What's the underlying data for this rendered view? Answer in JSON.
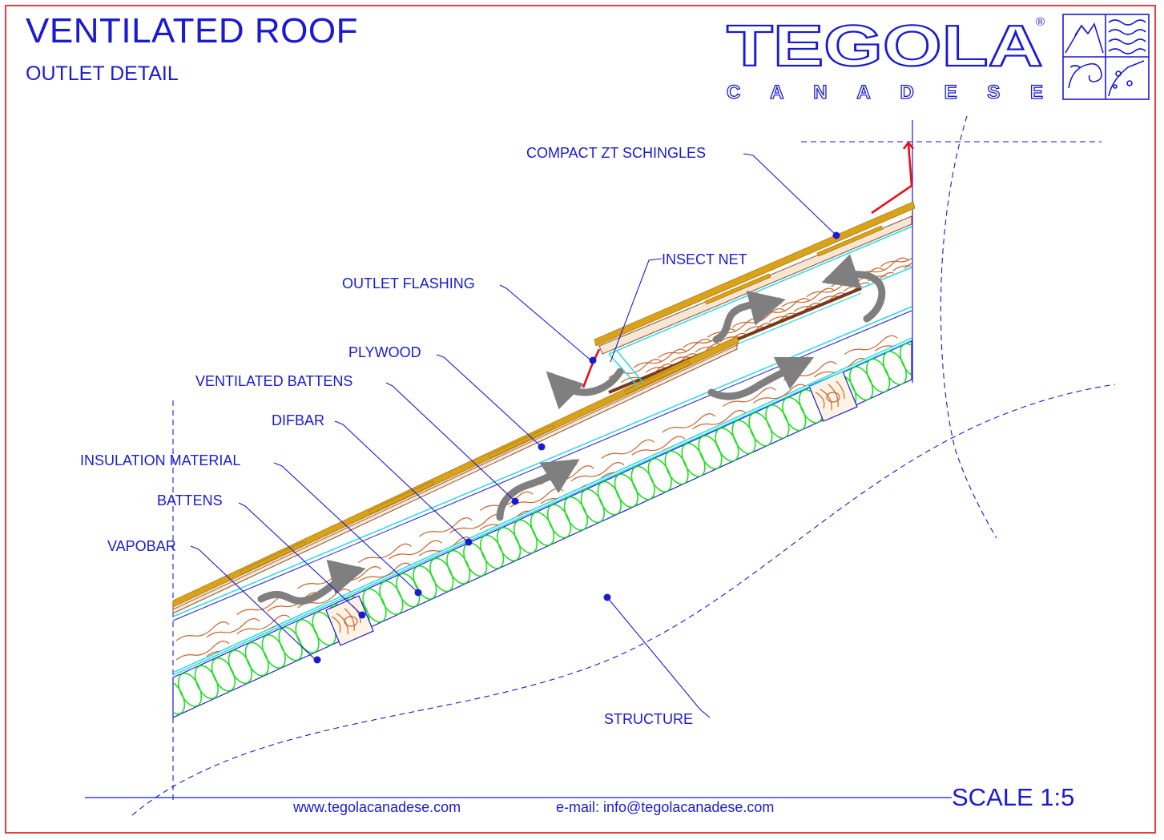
{
  "header": {
    "title": "VENTILATED ROOF",
    "subtitle": "OUTLET DETAIL"
  },
  "logo": {
    "brand": "TEGOLA",
    "subbrand": "C A N A D E S E",
    "registered": "®",
    "emblem_icon": "mountain-waves-emblem-icon"
  },
  "labels": {
    "compact_shingles": "COMPACT ZT SCHINGLES",
    "insect_net": "INSECT NET",
    "outlet_flashing": "OUTLET FLASHING",
    "plywood": "PLYWOOD",
    "ventilated_battens": "VENTILATED BATTENS",
    "difbar": "DIFBAR",
    "insulation_material": "INSULATION MATERIAL",
    "battens": "BATTENS",
    "vapobar": "VAPOBAR",
    "structure": "STRUCTURE"
  },
  "footer": {
    "website": "www.tegolacanadese.com",
    "email": "e-mail: info@tegolacanadese.com",
    "scale": "SCALE 1:5"
  },
  "colors": {
    "text": "#1a1ad0",
    "frame": "#e8403c",
    "shingle": "#d9a21b",
    "wood_grain": "#c8642a",
    "insulation": "#22dd22",
    "membrane": "#2ad8ea",
    "flashing": "#e8101a",
    "airflow_arrow": "#7f7f7f"
  }
}
